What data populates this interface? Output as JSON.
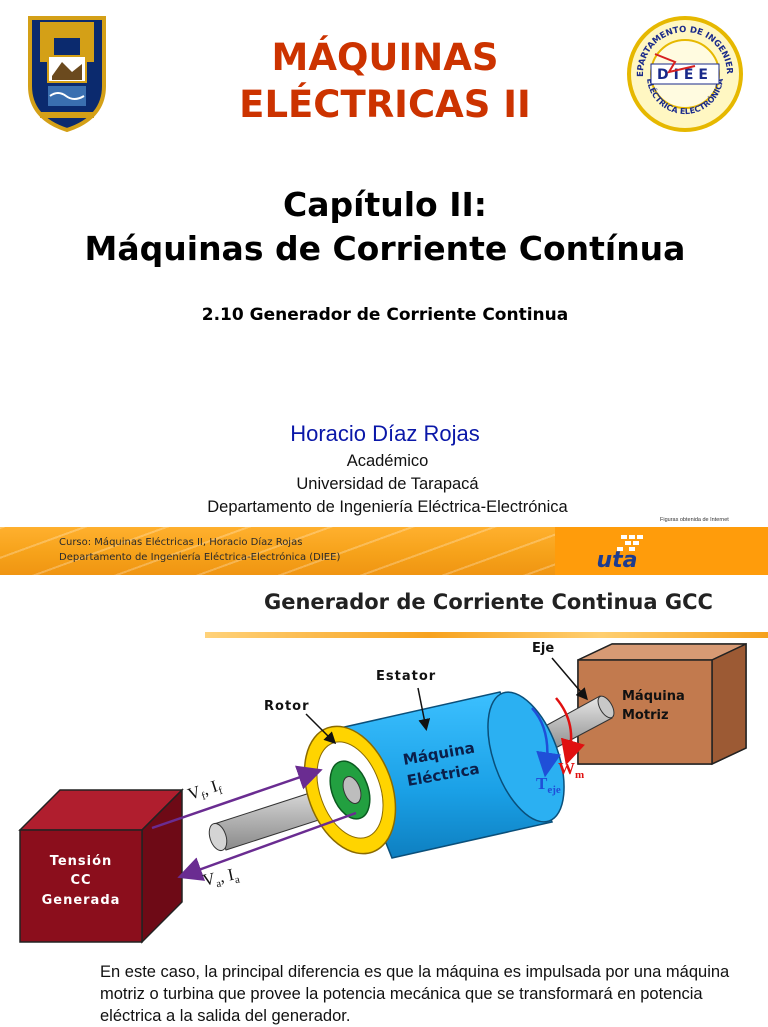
{
  "slide1": {
    "title_line1": "MÁQUINAS",
    "title_line2": "ELÉCTRICAS II",
    "chapter_line1": "Capítulo II:",
    "chapter_line2": "Máquinas de Corriente Contínua",
    "section": "2.10 Generador de Corriente Continua",
    "author": "Horacio Díaz Rojas",
    "affiliation": [
      "Académico",
      "Universidad de Tarapacá",
      "Departamento de Ingeniería Eléctrica-Electrónica"
    ],
    "image_credit": "Figuras obtenida de Internet",
    "footer_line1": "Curso: Máquinas Eléctricas II, Horacio Díaz Rojas",
    "footer_line2": "Departamento de Ingeniería Eléctrica-Electrónica (DIEE)",
    "dept_logo": {
      "ring_top": "DEPARTAMENTO DE INGENIERÍA",
      "center": "DIEE",
      "ring_bottom": "ELÉCTRICA ELECTRÓNICA"
    },
    "uta_logo": "uta"
  },
  "slide2": {
    "title": "Generador de Corriente Continua GCC",
    "labels": {
      "eje": "Eje",
      "estator": "Estator",
      "rotor": "Rotor",
      "maquina_motriz_1": "Máquina",
      "maquina_motriz_2": "Motriz",
      "maquina_electrica_1": "Máquina",
      "maquina_electrica_2": "Eléctrica",
      "tension_1": "Tensión",
      "tension_2": "CC",
      "tension_3": "Generada",
      "vf": "V",
      "vf_sub": "f",
      "if": ", I",
      "if_sub": "f",
      "va": "V",
      "va_sub": "a",
      "ia": ", I",
      "ia_sub": "a",
      "teje": "T",
      "teje_sub": "eje",
      "wm": "W",
      "wm_sub": "m"
    },
    "paragraph": "En este caso, la principal diferencia es que la máquina es impulsada por una máquina motriz o turbina que provee la potencia mecánica que se transformará en potencia eléctrica a la salida del generador."
  },
  "colors": {
    "title_red": "#cc3300",
    "author_blue": "#0a17a8",
    "footer_orange": "#f7a21e",
    "machine_blue": "#1aa0e6",
    "box_red": "#8b0e1c",
    "box_brown": "#c27a4e"
  }
}
